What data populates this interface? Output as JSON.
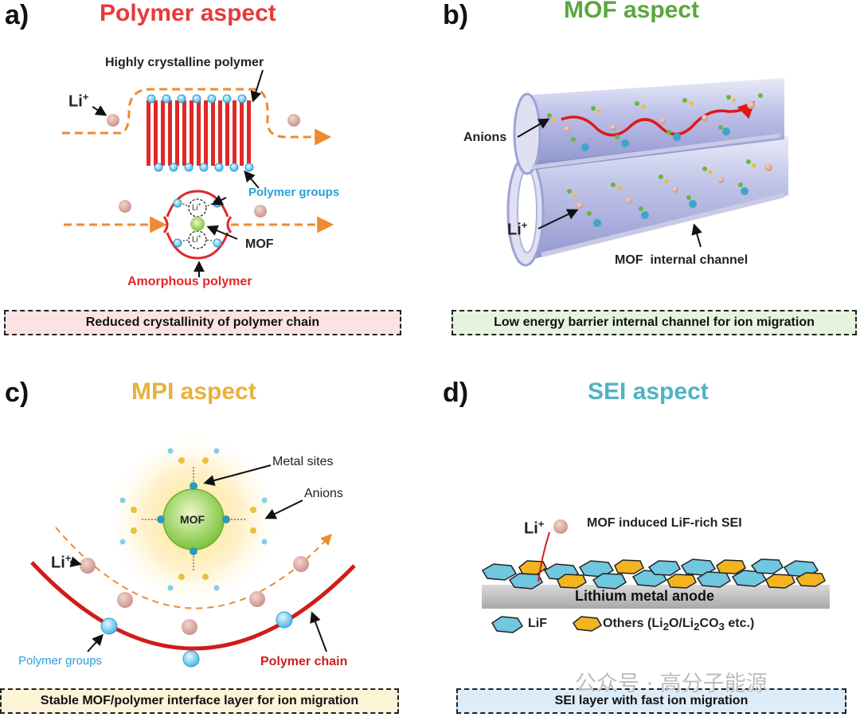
{
  "panels": {
    "a": {
      "letter": "a)",
      "title": "Polymer aspect",
      "title_color": "#e83a3a",
      "labels": {
        "li": "Li",
        "crystalline": "Highly crystalline polymer",
        "polymer_groups": "Polymer groups",
        "mof": "MOF",
        "li_small": "Li",
        "amorphous": "Amorphous polymer"
      },
      "caption": "Reduced crystallinity of polymer chain",
      "caption_bg": "#fbe3e3"
    },
    "b": {
      "letter": "b)",
      "title": "MOF aspect",
      "title_color": "#5aa63c",
      "labels": {
        "anions": "Anions",
        "li": "Li",
        "channel": "MOF  internal channel"
      },
      "caption": "Low energy barrier internal channel for ion migration",
      "caption_bg": "#e6f3de"
    },
    "c": {
      "letter": "c)",
      "title": "MPI aspect",
      "title_color": "#e8b23a",
      "labels": {
        "metal_sites": "Metal sites",
        "anions": "Anions",
        "mof": "MOF",
        "li": "Li",
        "polymer_groups": "Polymer groups",
        "polymer_chain": "Polymer chain"
      },
      "caption": "Stable MOF/polymer interface layer for ion migration",
      "caption_bg": "#fdf3d6"
    },
    "d": {
      "letter": "d)",
      "title": "SEI aspect",
      "title_color": "#4fb3c4",
      "labels": {
        "li": "Li",
        "sei": "MOF induced LiF-rich SEI",
        "anode": "Lithium metal anode",
        "lif": "LiF",
        "others": "Others (Li2O/Li2CO3 etc.)"
      },
      "caption": "SEI layer with fast ion migration",
      "caption_bg": "#dcecf9"
    }
  },
  "watermark": "公众号 · 高分子能源",
  "colors": {
    "red": "#e02828",
    "orange": "#ef8a30",
    "li_ion": "#d9a8a0",
    "blue_group": "#7fd0ef",
    "mof_green": "#9fd45a",
    "lif": "#6fc7e0",
    "others": "#f2b51f"
  }
}
